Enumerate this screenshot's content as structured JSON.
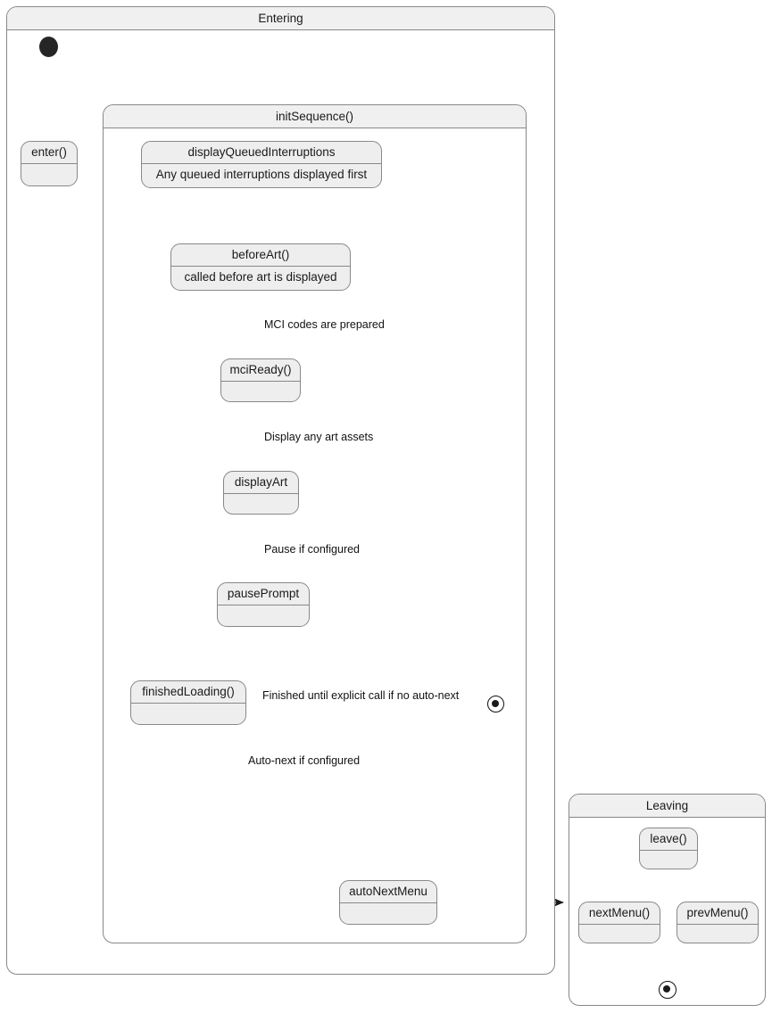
{
  "diagram": {
    "title": "State machine: menu Entering / Leaving lifecycle",
    "colors": {
      "frame_header_fill": "#f0f0f0",
      "state_fill": "#eeeeee",
      "stroke": "#888888",
      "text": "#1a1a1a",
      "node_fill": "#262626",
      "background": "#ffffff"
    }
  },
  "frames": {
    "entering": {
      "label": "Entering"
    },
    "init_sequence": {
      "label": "initSequence()"
    },
    "leaving": {
      "label": "Leaving"
    }
  },
  "states": {
    "enter": {
      "name": "enter()",
      "body": ""
    },
    "display_queued_interruptions": {
      "name": "displayQueuedInterruptions",
      "body": "Any queued interruptions displayed first"
    },
    "before_art": {
      "name": "beforeArt()",
      "body": "called before art is displayed"
    },
    "mci_ready": {
      "name": "mciReady()",
      "body": ""
    },
    "display_art": {
      "name": "displayArt",
      "body": ""
    },
    "pause_prompt": {
      "name": "pausePrompt",
      "body": ""
    },
    "finished_loading": {
      "name": "finishedLoading()",
      "body": ""
    },
    "auto_next_menu": {
      "name": "autoNextMenu",
      "body": ""
    },
    "leave": {
      "name": "leave()",
      "body": ""
    },
    "next_menu": {
      "name": "nextMenu()",
      "body": ""
    },
    "prev_menu": {
      "name": "prevMenu()",
      "body": ""
    }
  },
  "transitions": [
    {
      "id": "initial-to-enter",
      "label": ""
    },
    {
      "id": "enter-to-initsequence",
      "label": ""
    },
    {
      "id": "dqi-to-beforeart",
      "label": ""
    },
    {
      "id": "beforeart-to-mciready",
      "label": "MCI codes are prepared"
    },
    {
      "id": "mciready-to-displayart",
      "label": "Display any art assets"
    },
    {
      "id": "displayart-to-pauseprompt",
      "label": "Pause if configured"
    },
    {
      "id": "displayart-to-finishedloading",
      "label": ""
    },
    {
      "id": "pauseprompt-to-finishedloading",
      "label": ""
    },
    {
      "id": "finishedloading-to-final",
      "label": "Finished until explicit call if no auto-next"
    },
    {
      "id": "finishedloading-to-autonextmenu",
      "label": "Auto-next if configured"
    },
    {
      "id": "autonextmenu-to-leaving",
      "label": ""
    },
    {
      "id": "leave-to-nextmenu",
      "label": ""
    },
    {
      "id": "leave-to-prevmenu",
      "label": ""
    },
    {
      "id": "nextmenu-to-final",
      "label": ""
    },
    {
      "id": "prevmenu-to-final",
      "label": ""
    }
  ],
  "nodes": {
    "initial_entering": {
      "kind": "initial-state"
    },
    "final_entering": {
      "kind": "final-state"
    },
    "final_leaving": {
      "kind": "final-state"
    }
  }
}
